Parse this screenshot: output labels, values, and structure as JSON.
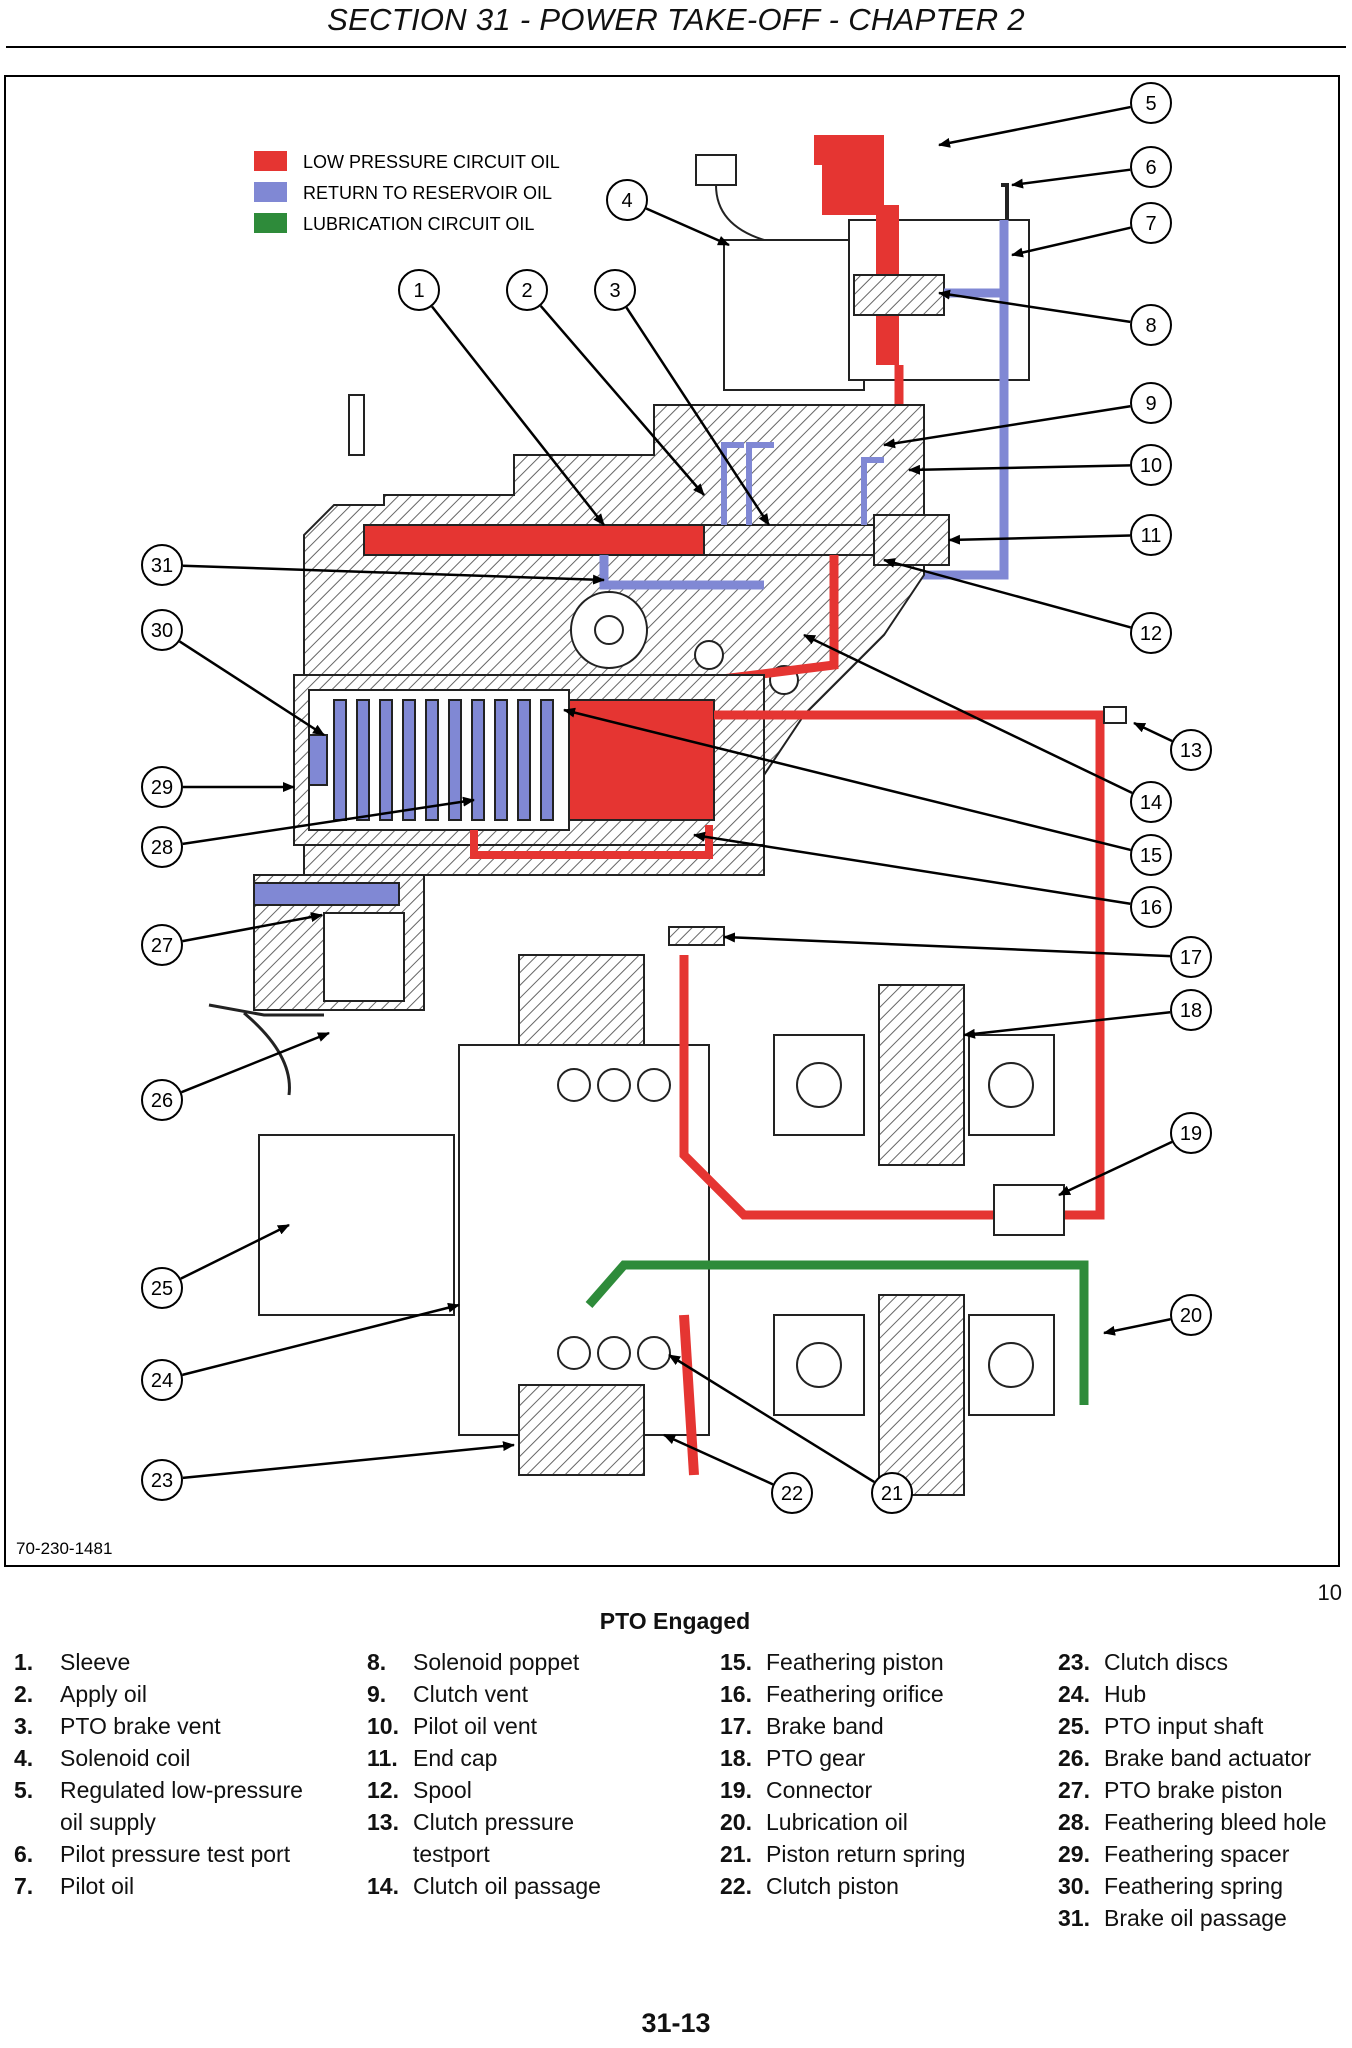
{
  "header": {
    "title": "SECTION 31 - POWER TAKE-OFF - CHAPTER 2"
  },
  "colors": {
    "low_pressure": "#e53532",
    "return": "#8088d4",
    "lubrication": "#2e8b3a",
    "hatch": "#555555"
  },
  "diagram": {
    "legend": [
      {
        "text": "LOW PRESSURE CIRCUIT OIL",
        "color": "#e53532"
      },
      {
        "text": "RETURN TO RESERVOIR OIL",
        "color": "#8088d4"
      },
      {
        "text": "LUBRICATION CIRCUIT OIL",
        "color": "#2e8b3a"
      }
    ],
    "callouts": [
      "1",
      "2",
      "3",
      "4",
      "5",
      "6",
      "7",
      "8",
      "9",
      "10",
      "11",
      "12",
      "13",
      "14",
      "15",
      "16",
      "17",
      "18",
      "19",
      "20",
      "21",
      "22",
      "23",
      "24",
      "25",
      "26",
      "27",
      "28",
      "29",
      "30",
      "31"
    ],
    "figure_code": "70-230-1481"
  },
  "figure_number": "10",
  "caption": "PTO Engaged",
  "legend_columns": [
    [
      {
        "num": "1.",
        "text": "Sleeve"
      },
      {
        "num": "2.",
        "text": "Apply oil"
      },
      {
        "num": "3.",
        "text": "PTO brake vent"
      },
      {
        "num": "4.",
        "text": "Solenoid coil"
      },
      {
        "num": "5.",
        "text": "Regulated low-pressure\noil supply"
      },
      {
        "num": "6.",
        "text": "Pilot pressure test port"
      },
      {
        "num": "7.",
        "text": "Pilot oil"
      }
    ],
    [
      {
        "num": "8.",
        "text": "Solenoid poppet"
      },
      {
        "num": "9.",
        "text": "Clutch vent"
      },
      {
        "num": "10.",
        "text": "Pilot oil vent"
      },
      {
        "num": "11.",
        "text": "End cap"
      },
      {
        "num": "12.",
        "text": "Spool"
      },
      {
        "num": "13.",
        "text": "Clutch pressure\ntestport"
      },
      {
        "num": "14.",
        "text": "Clutch oil passage"
      }
    ],
    [
      {
        "num": "15.",
        "text": "Feathering piston"
      },
      {
        "num": "16.",
        "text": "Feathering orifice"
      },
      {
        "num": "17.",
        "text": "Brake band"
      },
      {
        "num": "18.",
        "text": "PTO gear"
      },
      {
        "num": "19.",
        "text": "Connector"
      },
      {
        "num": "20.",
        "text": "Lubrication oil"
      },
      {
        "num": "21.",
        "text": "Piston return spring"
      },
      {
        "num": "22.",
        "text": "Clutch piston"
      }
    ],
    [
      {
        "num": "23.",
        "text": "Clutch discs"
      },
      {
        "num": "24.",
        "text": "Hub"
      },
      {
        "num": "25.",
        "text": "PTO input shaft"
      },
      {
        "num": "26.",
        "text": "Brake band actuator"
      },
      {
        "num": "27.",
        "text": "PTO brake piston"
      },
      {
        "num": "28.",
        "text": "Feathering bleed hole"
      },
      {
        "num": "29.",
        "text": "Feathering spacer"
      },
      {
        "num": "30.",
        "text": "Feathering spring"
      },
      {
        "num": "31.",
        "text": "Brake oil passage"
      }
    ]
  ],
  "page_number": "31-13"
}
